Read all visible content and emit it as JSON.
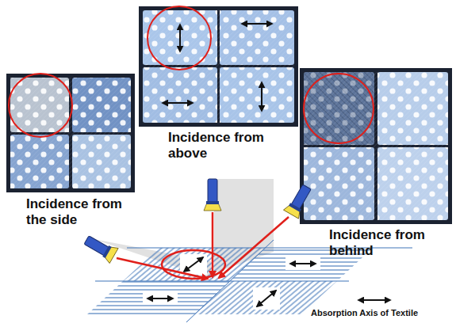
{
  "diagram": {
    "labels": [
      "Incidence from above",
      "Incidence from the side",
      "Incidence from behind"
    ],
    "legend": [
      {
        "text": "Absorption Axis of Textile"
      }
    ]
  }
}
